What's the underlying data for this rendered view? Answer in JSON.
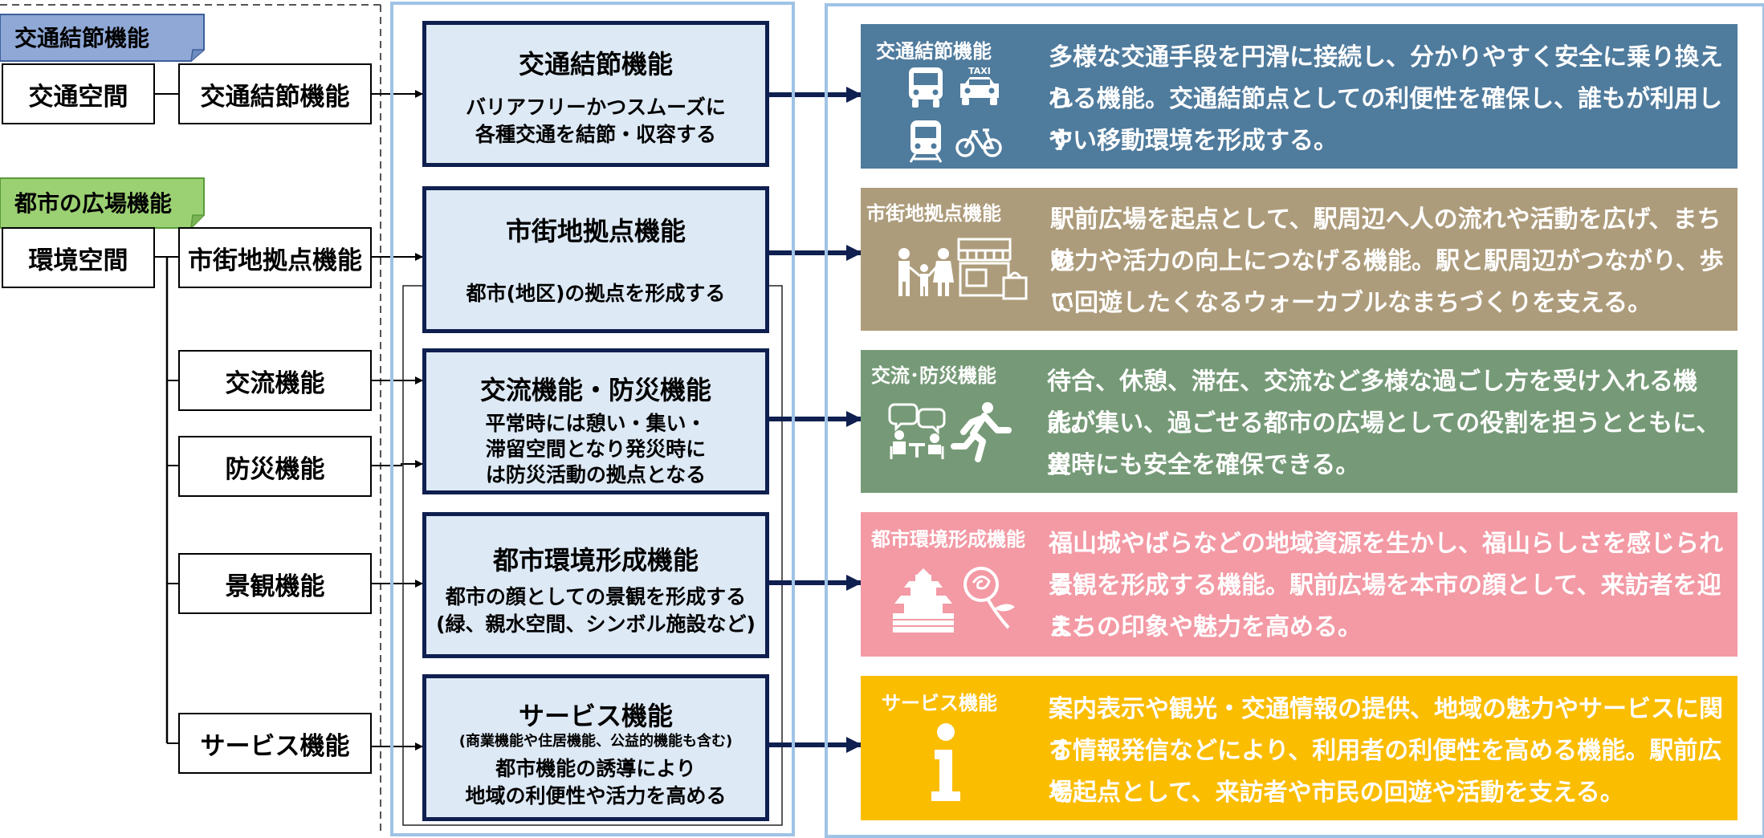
{
  "left": {
    "tags": [
      {
        "label": "交通結節機能",
        "color": "#8fa8d6"
      },
      {
        "label": "都市の広場機能",
        "color": "#9bd073"
      }
    ],
    "spaces": [
      "交通空間",
      "環境空間"
    ],
    "functions": [
      "交通結節機能",
      "市街地拠点機能",
      "交流機能",
      "防災機能",
      "景観機能",
      "サービス機能"
    ]
  },
  "middle": {
    "boxes": [
      {
        "title": "交通結節機能",
        "desc": [
          "バリアフリーかつスムーズに",
          "各種交通を結節・収容する"
        ]
      },
      {
        "title": "市街地拠点機能",
        "desc": [
          "都市(地区)の拠点を形成する"
        ]
      },
      {
        "title": "交流機能・防災機能",
        "desc": [
          "平常時には憩い・集い・",
          "滞留空間となり発災時に",
          "は防災活動の拠点となる"
        ]
      },
      {
        "title": "都市環境形成機能",
        "desc": [
          "都市の顔としての景観を形成する",
          "(緑、親水空間、シンボル施設など)"
        ]
      },
      {
        "title": "サービス機能",
        "sub": "(商業機能や住居機能、公益的機能も含む)",
        "desc": [
          "都市機能の誘導により",
          "地域の利便性や活力を高める"
        ]
      }
    ]
  },
  "right": {
    "cards": [
      {
        "title": "交通結節機能",
        "color": "#4f7b9d",
        "icons": [
          "bus-icon",
          "taxi-icon",
          "train-icon",
          "bicycle-icon"
        ],
        "taxi_label": "TAXI",
        "lines": [
          "多様な交通手段を円滑に接続し、分かりやすく安全に乗り換えら",
          "れる機能。交通結節点としての利便性を確保し、誰もが利用しや",
          "すい移動環境を形成する。"
        ]
      },
      {
        "title": "市街地拠点機能",
        "color": "#ad9c7b",
        "icons": [
          "family-icon",
          "shop-icon"
        ],
        "lines": [
          "駅前広場を起点として、駅周辺へ人の流れや活動を広げ、まちの",
          "魅力や活力の向上につなげる機能。駅と駅周辺がつながり、歩い",
          "て回遊したくなるウォーカブルなまちづくりを支える。"
        ]
      },
      {
        "title": "交流･防災機能",
        "color": "#769a77",
        "icons": [
          "conversation-icon",
          "evacuation-icon"
        ],
        "lines": [
          "待合、休憩、滞在、交流など多様な過ごし方を受け入れる機能。",
          "人が集い、過ごせる都市の広場としての役割を担うとともに、災",
          "害時にも安全を確保できる。"
        ]
      },
      {
        "title": "都市環境形成機能",
        "color": "#f39aa5",
        "icons": [
          "castle-icon",
          "rose-icon"
        ],
        "lines": [
          "福山城やばらなどの地域資源を生かし、福山らしさを感じられる",
          "景観を形成する機能。駅前広場を本市の顔として、来訪者を迎え、",
          "まちの印象や魅力を高める。"
        ]
      },
      {
        "title": "サービス機能",
        "color": "#fbbd00",
        "icons": [
          "information-icon"
        ],
        "lines": [
          "案内表示や観光・交通情報の提供、地域の魅力やサービスに関す",
          "る情報発信などにより、利用者の利便性を高める機能。駅前広場",
          "を起点として、来訪者や市民の回遊や活動を支える。"
        ]
      }
    ]
  }
}
